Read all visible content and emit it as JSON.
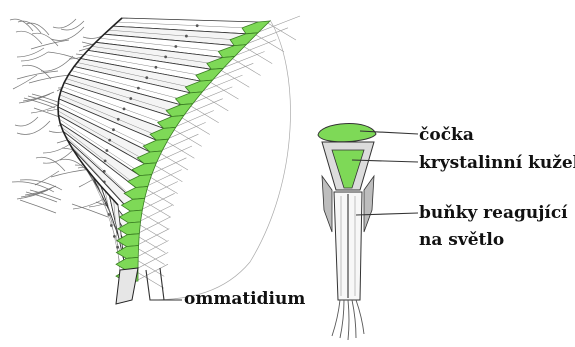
{
  "labels": {
    "lens": "čočka",
    "crystalline_cone": "krystalinní kužel",
    "photoreceptor_cells_line1": "buňky reagující",
    "photoreceptor_cells_line2": "na světlo",
    "ommatidium": "ommatidium"
  },
  "colors": {
    "lens_green": "#7ed957",
    "lens_green_dark": "#4faa2f",
    "ink": "#222222",
    "background": "#ffffff"
  }
}
